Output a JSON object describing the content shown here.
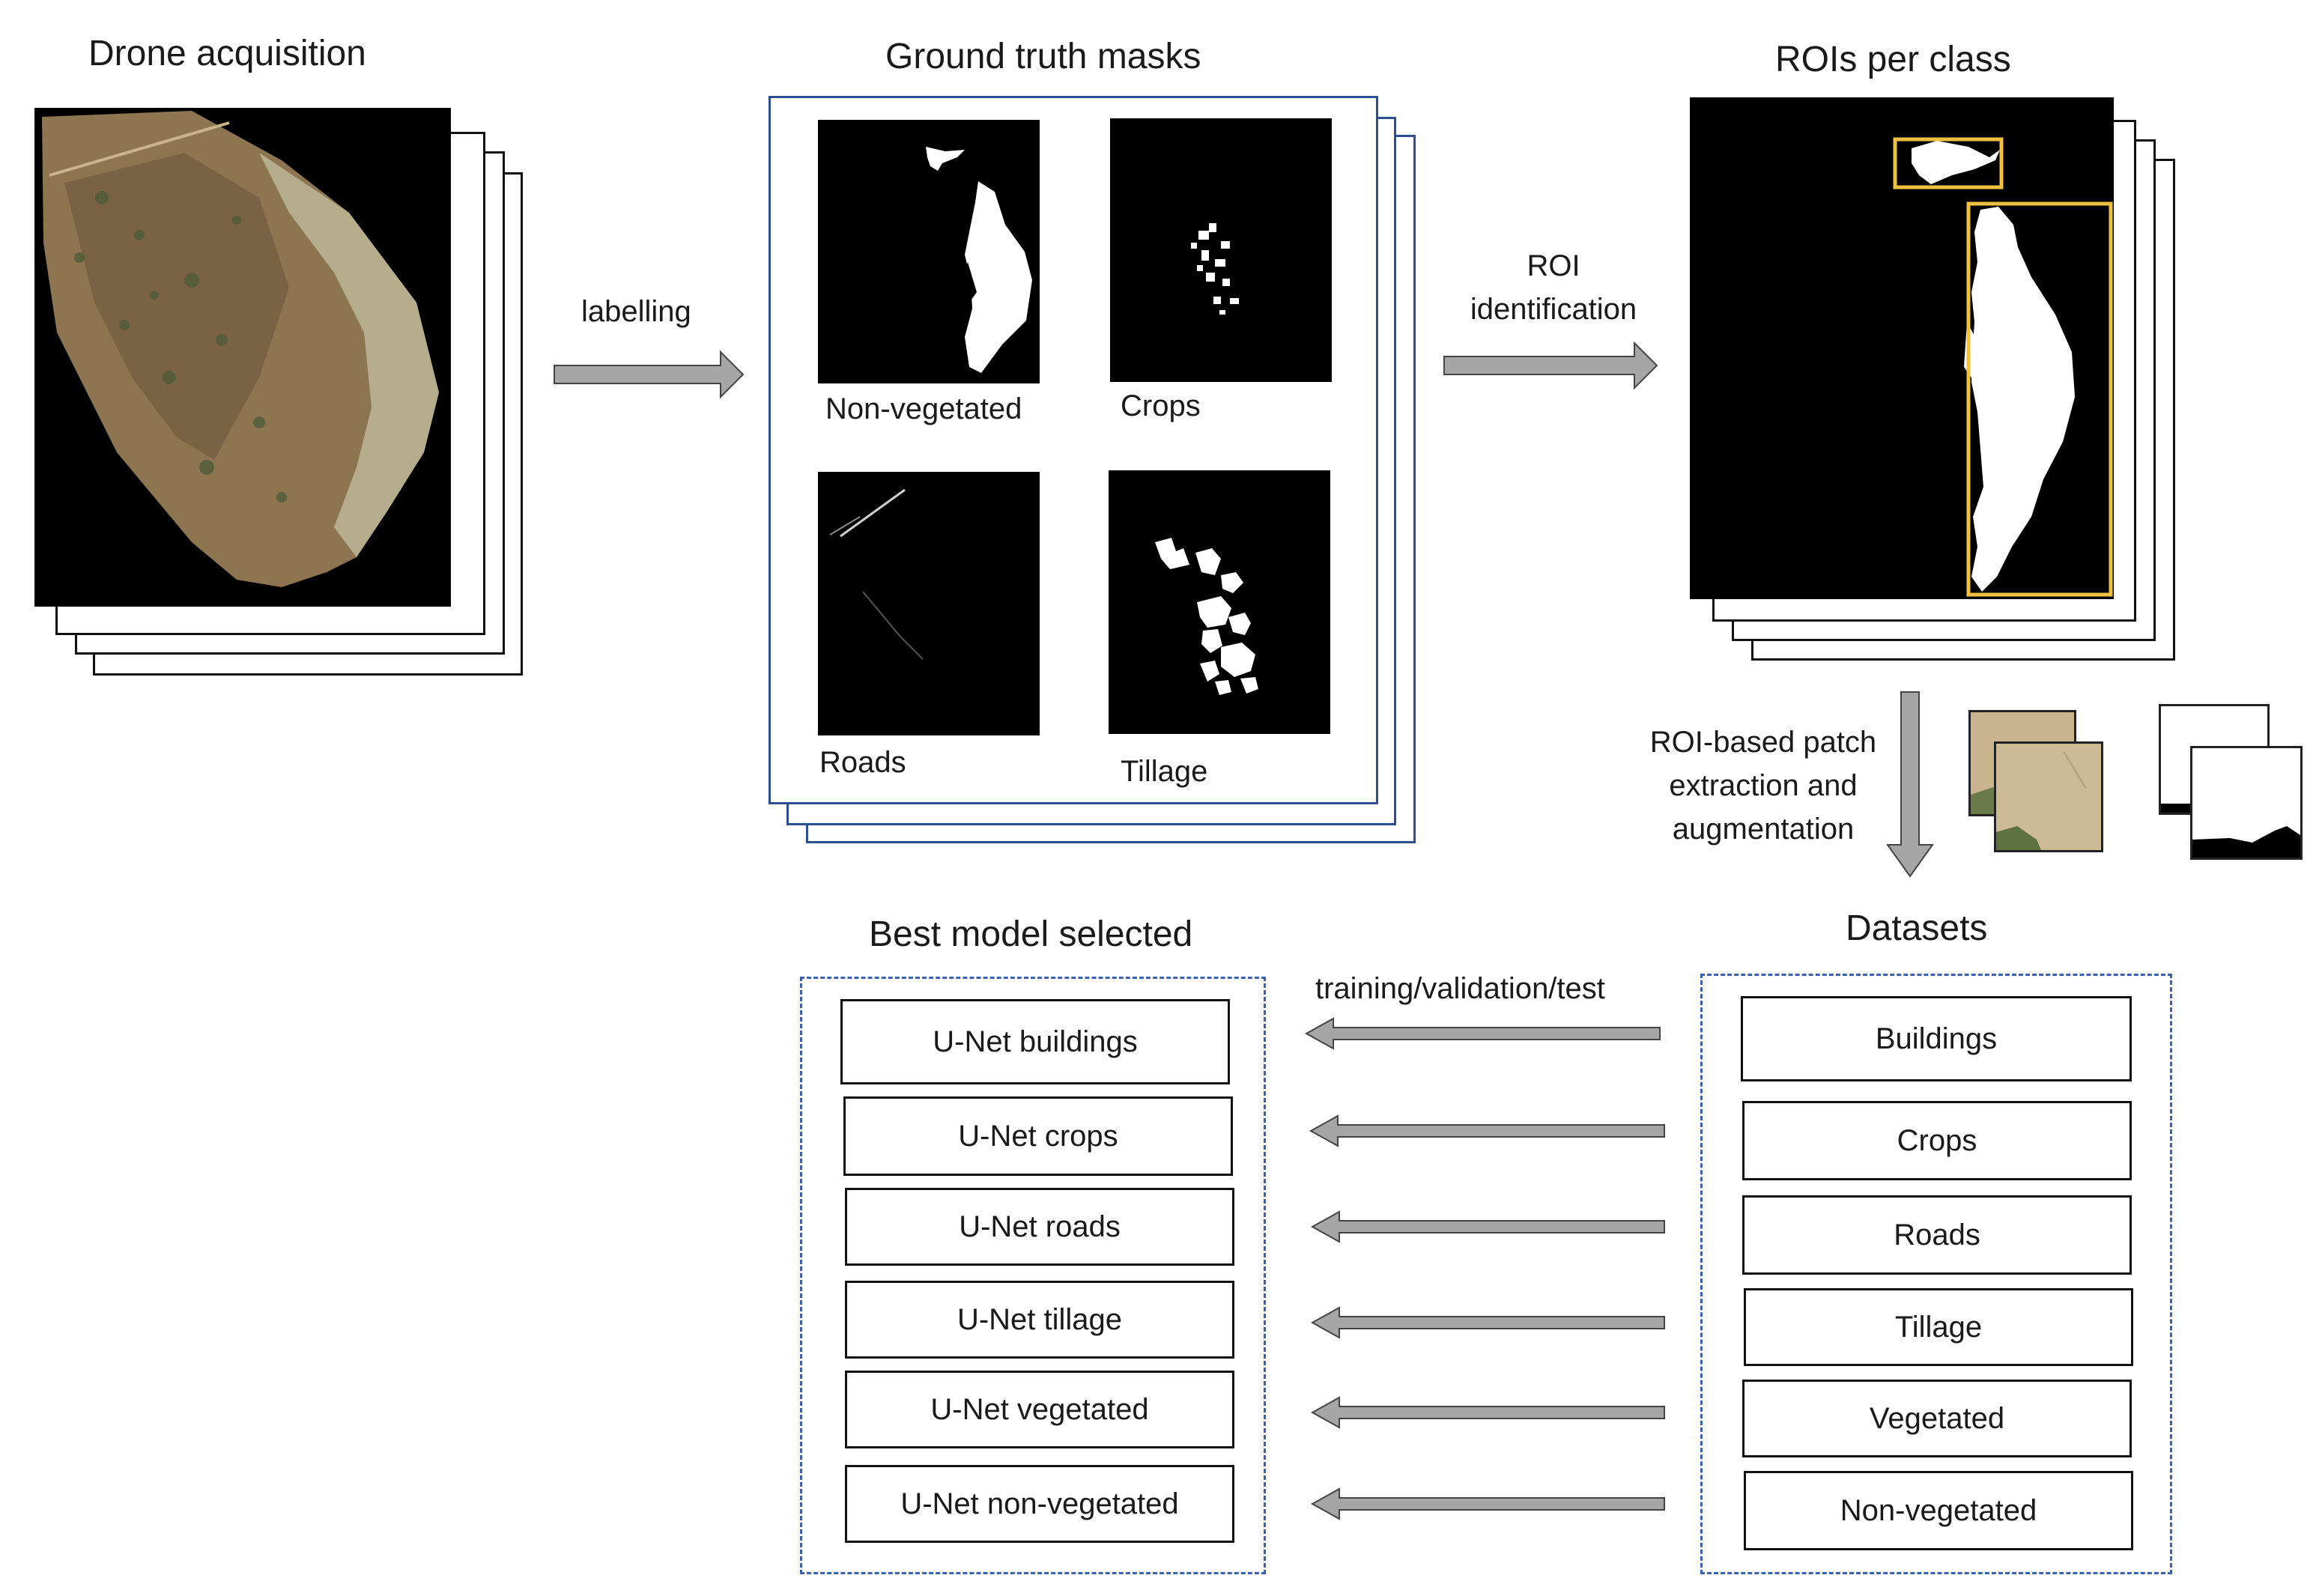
{
  "stages": {
    "drone": {
      "title": "Drone acquisition"
    },
    "masks": {
      "title": "Ground truth masks",
      "labels": [
        "Non-vegetated",
        "Crops",
        "Roads",
        "Tillage"
      ]
    },
    "rois": {
      "title": "ROIs per class"
    },
    "datasets": {
      "title": "Datasets",
      "items": [
        "Buildings",
        "Crops",
        "Roads",
        "Tillage",
        "Vegetated",
        "Non-vegetated"
      ]
    },
    "models": {
      "title": "Best model selected",
      "items": [
        "U-Net buildings",
        "U-Net crops",
        "U-Net roads",
        "U-Net tillage",
        "U-Net vegetated",
        "U-Net non-vegetated"
      ]
    }
  },
  "arrows": {
    "labelling": "labelling",
    "roi_identification": [
      "ROI",
      "identification"
    ],
    "patch_extraction": [
      "ROI-based patch",
      "extraction and",
      "augmentation"
    ],
    "training": "training/validation/test"
  },
  "colors": {
    "roi_box": "#f0c040",
    "dashed_border": "#3a62b0",
    "arrow_fill": "#a6a6a6",
    "mask_sheet_border": "#2e4f8f"
  }
}
